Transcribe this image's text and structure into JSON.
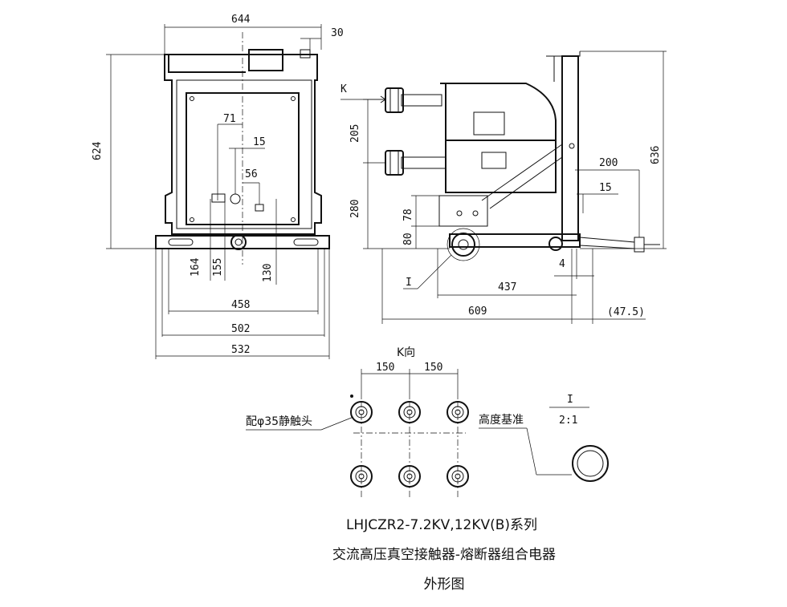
{
  "front_view": {
    "dims": {
      "w644": "644",
      "w30": "30",
      "h624": "624",
      "d71": "71",
      "d15": "15",
      "d56": "56",
      "d164": "164",
      "d155": "155",
      "d130": "130",
      "w458": "458",
      "w502": "502",
      "w532": "532"
    }
  },
  "side_view": {
    "dims": {
      "k": "K",
      "d205": "205",
      "d280": "280",
      "d78": "78",
      "d80": "80",
      "d200": "200",
      "d15": "15",
      "h636": "636",
      "d4": "4",
      "d437": "437",
      "d609": "609",
      "d47_5": "(47.5)"
    },
    "detail_marker": "I"
  },
  "k_view": {
    "title": "K向",
    "spacing_left": "150",
    "spacing_right": "150",
    "contact_label": "配φ35静触头",
    "height_ref_label": "高度基准"
  },
  "detail_view": {
    "marker": "I",
    "scale": "2:1"
  },
  "caption": {
    "line1": "LHJCZR2-7.2KV,12KV(B)系列",
    "line2": "交流高压真空接触器-熔断器组合电器",
    "line3": "外形图"
  }
}
